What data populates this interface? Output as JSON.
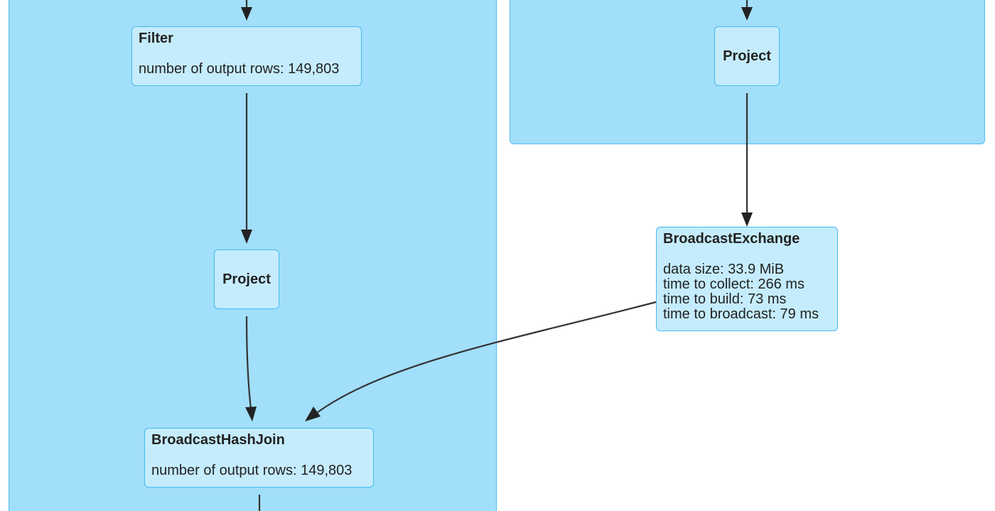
{
  "clusters": [
    {
      "id": "cluster-left",
      "fill": "#a1dffa",
      "border": "#4fbfee"
    },
    {
      "id": "cluster-right",
      "fill": "#a1dffa",
      "border": "#4fbfee"
    }
  ],
  "node_fill": "#c5ecfd",
  "node_border": "#44bbec",
  "edge_color": "#333333",
  "nodes": {
    "filter": {
      "title": "Filter",
      "metrics": [
        "number of output rows: 149,803"
      ]
    },
    "project_left": {
      "title": "Project"
    },
    "broadcast_hash_join": {
      "title": "BroadcastHashJoin",
      "metrics": [
        "number of output rows: 149,803"
      ]
    },
    "project_right": {
      "title": "Project"
    },
    "broadcast_exchange": {
      "title": "BroadcastExchange",
      "metrics": [
        "data size: 33.9 MiB",
        "time to collect: 266 ms",
        "time to build: 73 ms",
        "time to broadcast: 79 ms"
      ]
    }
  },
  "edges": [
    {
      "from": "(above)",
      "to": "filter"
    },
    {
      "from": "filter",
      "to": "project_left"
    },
    {
      "from": "project_left",
      "to": "broadcast_hash_join"
    },
    {
      "from": "broadcast_hash_join",
      "to": "(below)"
    },
    {
      "from": "(above)",
      "to": "project_right"
    },
    {
      "from": "project_right",
      "to": "broadcast_exchange"
    },
    {
      "from": "broadcast_exchange",
      "to": "broadcast_hash_join"
    }
  ]
}
